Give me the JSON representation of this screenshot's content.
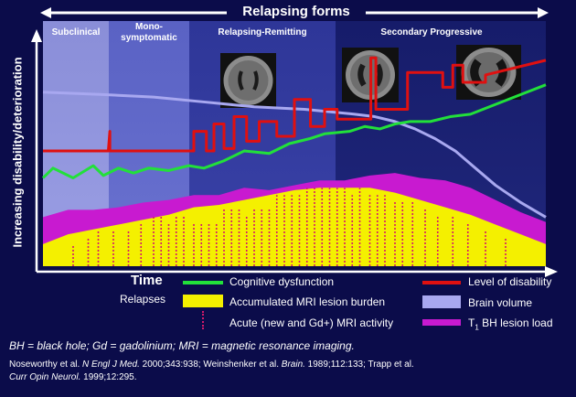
{
  "header": {
    "title": "Relapsing forms"
  },
  "phases": [
    {
      "label": "Subclinical"
    },
    {
      "label": "Mono-\nsymptomatic"
    },
    {
      "label": "Relapsing-Remitting"
    },
    {
      "label": "Secondary Progressive"
    }
  ],
  "axes": {
    "ylabel": "Increasing disability/deterioration",
    "xlabel": "Time",
    "relapses_label": "Relapses"
  },
  "legend": {
    "cognitive": "Cognitive dysfunction",
    "mri_burden": "Accumulated MRI lesion burden",
    "acute": "Acute (new and Gd+) MRI activity",
    "disability": "Level of disability",
    "brain_volume": "Brain volume",
    "t1_prefix": "T",
    "t1_sub": "1",
    "t1_suffix": " BH lesion load"
  },
  "footnote": "BH = black hole; Gd = gadolinium; MRI = magnetic resonance imaging.",
  "references": {
    "r1a": "Noseworthy et al. ",
    "r1b": "N Engl J Med.",
    "r1c": " 2000;343:938; Weinshenker et al. ",
    "r1d": "Brain.",
    "r1e": " 1989;112:133; Trapp et al.",
    "r2a": "Curr Opin Neurol.",
    "r2b": " 1999;12:295."
  },
  "colors": {
    "background": "#0b0c4a",
    "cognitive": "#22e03a",
    "disability": "#e01010",
    "brain_volume": "#a8a8f0",
    "t1_load": "#c81ad0",
    "mri_burden": "#f4f000",
    "acute": "#d41a6a"
  },
  "chart_data": {
    "type": "line",
    "xlim": [
      0,
      100
    ],
    "ylim": [
      0,
      100
    ],
    "series": [
      {
        "name": "Level of disability",
        "color": "#e01010",
        "x": [
          0,
          13,
          13.3,
          13.3,
          15,
          15,
          19.5,
          19.5,
          30,
          30,
          32.5,
          32.5,
          34,
          34,
          36,
          36,
          38,
          38,
          40.5,
          40.5,
          43,
          43,
          46.5,
          46.5,
          50,
          50,
          53.2,
          53.2,
          56,
          56,
          58.5,
          58.5,
          65.2,
          65.2,
          66.2,
          66.2,
          72.5,
          72.5,
          79.5,
          79.5,
          81.5,
          81.5,
          83.5,
          83.5,
          88,
          88,
          100
        ],
        "y": [
          47,
          47,
          55,
          47,
          47,
          47,
          47,
          47,
          47,
          55,
          55,
          47,
          47,
          58,
          58,
          48,
          48,
          61,
          61,
          51,
          51,
          59,
          59,
          53,
          53,
          68,
          68,
          57,
          57,
          64,
          64,
          60,
          60,
          85,
          85,
          64,
          64,
          79,
          79,
          73,
          73,
          82,
          82,
          75,
          75,
          78,
          84
        ]
      },
      {
        "name": "Cognitive dysfunction",
        "color": "#22e03a",
        "x": [
          0,
          2,
          6,
          10,
          12,
          15,
          18,
          21,
          25,
          29,
          32,
          36,
          40,
          45,
          49,
          53,
          56,
          61,
          64,
          67,
          70,
          73,
          77,
          81,
          85,
          90,
          95,
          100
        ],
        "y": [
          36,
          40,
          36,
          41,
          37,
          40,
          38,
          40,
          39,
          41,
          40,
          43,
          47,
          46,
          50,
          52,
          54,
          55,
          57,
          56,
          58,
          59,
          59,
          61,
          62,
          66,
          70,
          74
        ]
      },
      {
        "name": "Brain volume",
        "color": "#a8a8f0",
        "x": [
          0,
          12,
          22,
          32,
          42,
          52,
          62,
          66,
          70,
          74,
          78,
          82,
          86,
          90,
          95,
          100
        ],
        "y": [
          71,
          70,
          69,
          67,
          65,
          64,
          62,
          61,
          59,
          56,
          52,
          47,
          40,
          33,
          26,
          20
        ]
      },
      {
        "name": "T1 BH lesion load",
        "color": "#c81ad0",
        "x": [
          0,
          5,
          10,
          15,
          20,
          25,
          30,
          35,
          40,
          45,
          50,
          55,
          60,
          65,
          70,
          75,
          80,
          85,
          90,
          95,
          100
        ],
        "y": [
          20,
          23,
          23,
          24,
          26,
          27,
          29,
          29,
          32,
          31,
          33,
          35,
          35,
          37,
          38,
          36,
          35,
          32,
          27,
          22,
          18
        ]
      },
      {
        "name": "Accumulated MRI lesion burden",
        "color": "#f4f000",
        "x": [
          0,
          5,
          10,
          15,
          20,
          25,
          30,
          35,
          40,
          45,
          50,
          55,
          60,
          65,
          70,
          75,
          80,
          85,
          90,
          95,
          100
        ],
        "y": [
          9,
          13,
          15,
          17,
          19,
          21,
          24,
          25,
          27,
          29,
          31,
          32,
          32,
          32,
          30,
          27,
          24,
          21,
          17,
          13,
          9
        ]
      }
    ],
    "acute_activity_x": [
      6,
      9,
      11,
      14,
      17,
      19.5,
      22,
      23.5,
      25,
      26.5,
      28,
      30,
      31.5,
      33,
      34.5,
      36,
      37.5,
      39,
      40.5,
      42,
      43.5,
      45,
      46.5,
      48,
      49.5,
      51,
      52.5,
      54,
      55.5,
      57,
      58.5,
      60,
      61.5,
      63,
      65,
      66.5,
      68,
      70,
      71.5,
      73.5,
      76,
      78.5,
      81.5,
      84.5,
      88,
      92
    ],
    "acute_activity_strength": [
      3,
      4,
      5,
      5,
      5,
      6,
      7,
      7,
      6,
      7,
      7,
      6,
      6,
      6,
      6,
      8,
      8,
      8,
      7,
      8,
      8,
      8,
      10,
      10,
      10,
      10,
      11,
      11,
      11,
      11,
      11,
      11,
      10,
      11,
      10,
      10,
      10,
      9,
      9,
      9,
      8,
      7,
      7,
      6,
      5,
      4
    ],
    "phase_boundaries_x": [
      0,
      14,
      29,
      60.5,
      100
    ]
  }
}
